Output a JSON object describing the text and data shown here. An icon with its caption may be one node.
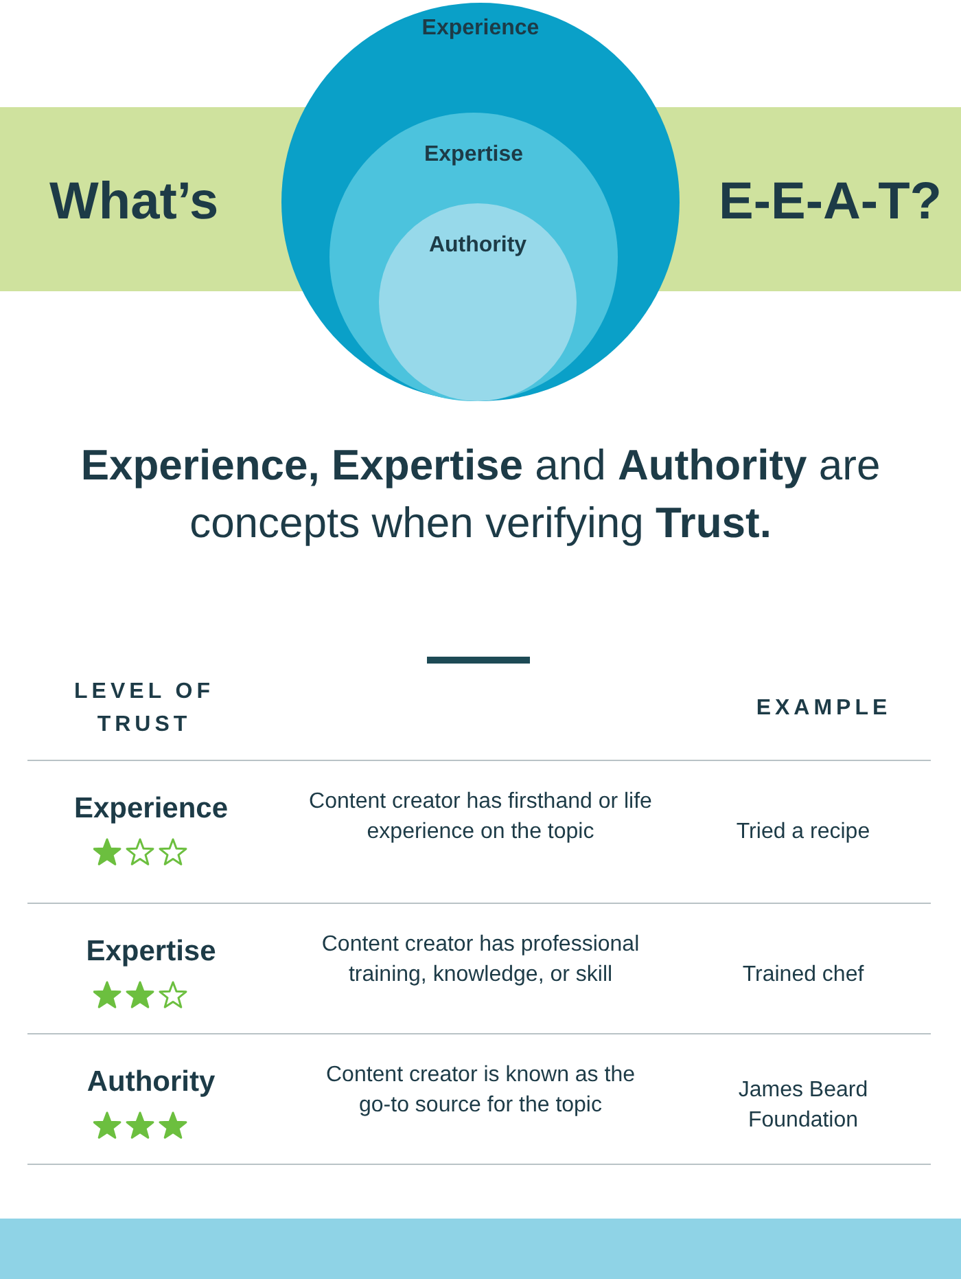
{
  "diagram": {
    "nodes": [
      {
        "text": [
          "Experience"
        ]
      },
      {
        "text": [
          "Expertise"
        ],
        "in": 0
      },
      {
        "text": [
          "Authority"
        ],
        "in": 1
      }
    ],
    "labels": [
      "What’s",
      "E-E-A-T?",
      "**Experience, Expertise** and **Authority** are concepts when verifying **Trust.**",
      "LEVEL OF TRUST",
      "EXAMPLE",
      "Experience",
      "Content creator has firsthand or life experience on the topic",
      "Tried a recipe",
      "Expertise",
      "Content creator has professional training, knowledge, or skill",
      "Trained chef",
      "Authority",
      "Content creator is known as the go-to source for the topic",
      "James Beard Foundation"
    ]
  }
}
